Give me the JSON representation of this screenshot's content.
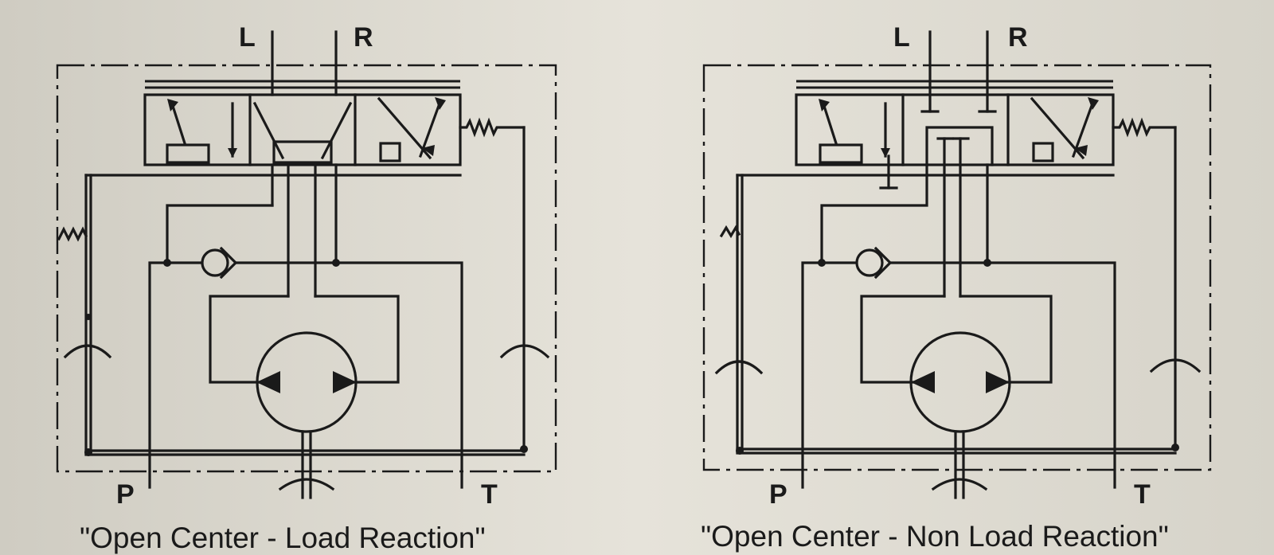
{
  "diagrams": [
    {
      "port_L": "L",
      "port_R": "R",
      "port_P": "P",
      "port_T": "T",
      "caption": "\"Open Center - Load Reaction\""
    },
    {
      "port_L": "L",
      "port_R": "R",
      "port_P": "P",
      "port_T": "T",
      "caption": "\"Open Center - Non Load Reaction\""
    }
  ]
}
